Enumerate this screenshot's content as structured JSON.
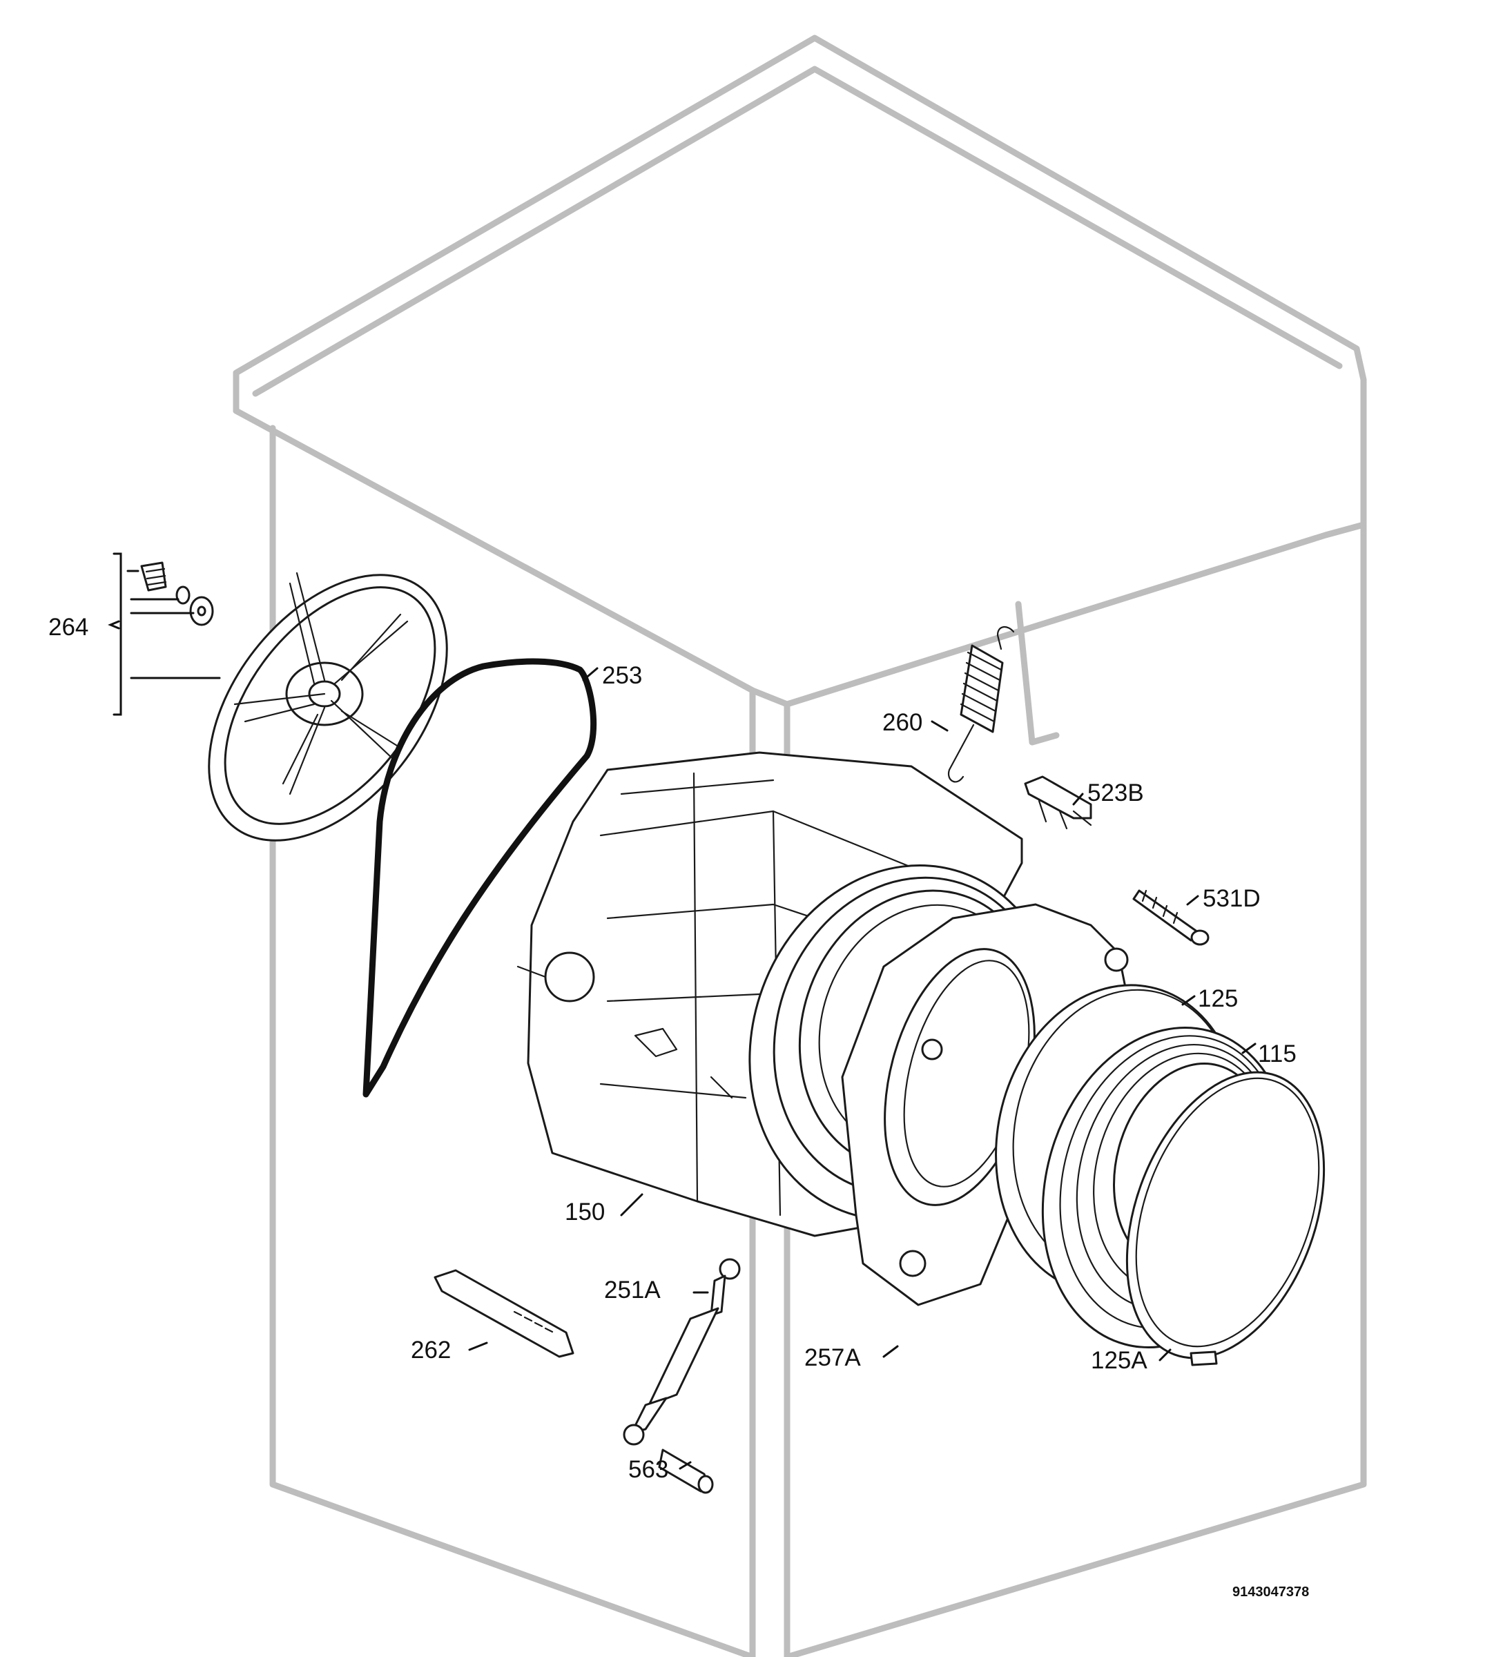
{
  "diagram": {
    "drawing_number": "9143047378",
    "callouts": [
      {
        "id": "264",
        "label": "264"
      },
      {
        "id": "253",
        "label": "253"
      },
      {
        "id": "260",
        "label": "260"
      },
      {
        "id": "523B",
        "label": "523B"
      },
      {
        "id": "531D",
        "label": "531D"
      },
      {
        "id": "125",
        "label": "125"
      },
      {
        "id": "115",
        "label": "115"
      },
      {
        "id": "150",
        "label": "150"
      },
      {
        "id": "251A",
        "label": "251A"
      },
      {
        "id": "262",
        "label": "262"
      },
      {
        "id": "257A",
        "label": "257A"
      },
      {
        "id": "125A",
        "label": "125A"
      },
      {
        "id": "563",
        "label": "563"
      }
    ],
    "colors": {
      "cabinet_outline": "#bdbdbd",
      "part_line": "#1a1a1a",
      "background": "#ffffff"
    }
  }
}
